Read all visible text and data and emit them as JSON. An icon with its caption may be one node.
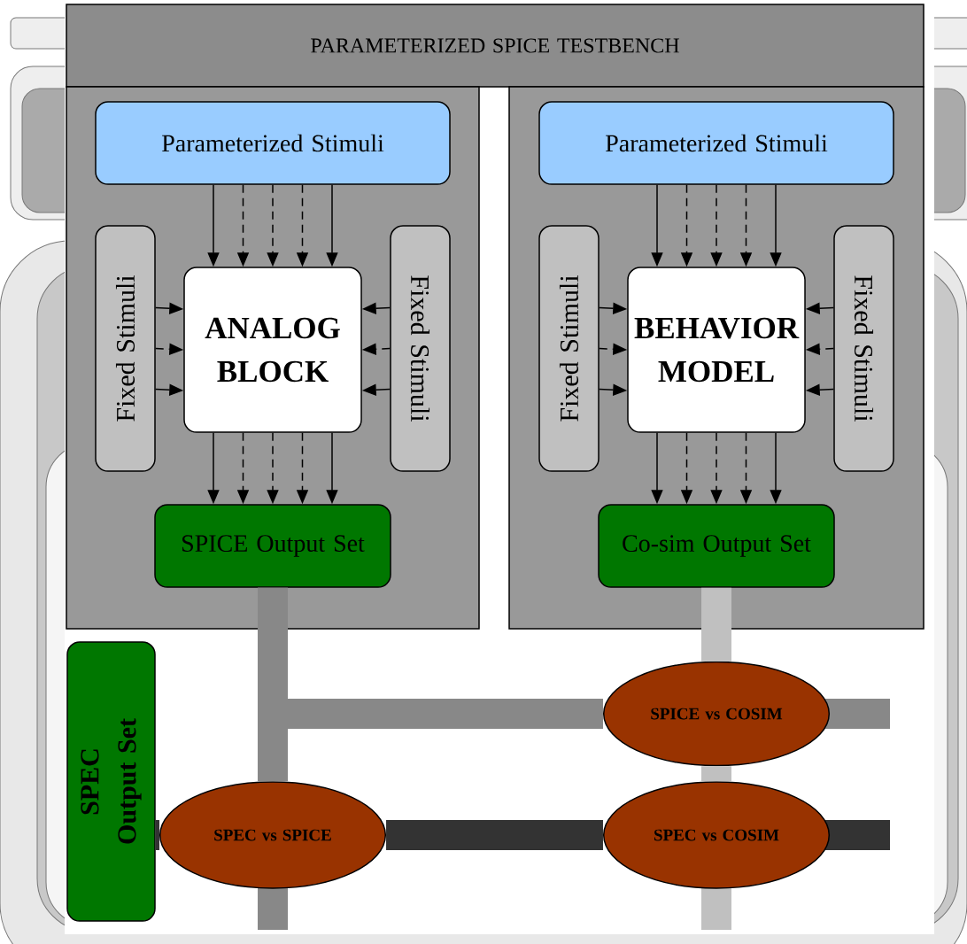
{
  "diagram": {
    "nodes": [
      {
        "text": [
          "PARAMETERIZED SPICE TESTBENCH"
        ]
      },
      {
        "text": [],
        "shape": "box"
      },
      {
        "text": [
          "Parameterized Stimuli"
        ],
        "in": 1
      },
      {
        "text": [
          "Fixed Stimuli"
        ],
        "in": 1
      },
      {
        "text": [
          "ANALOG BLOCK"
        ],
        "in": 1
      },
      {
        "text": [
          "Fixed Stimuli"
        ],
        "in": 1
      },
      {
        "text": [
          "SPICE Output Set"
        ],
        "in": 1
      },
      {
        "text": [],
        "shape": "box"
      },
      {
        "text": [
          "Parameterized Stimuli"
        ],
        "in": 7
      },
      {
        "text": [
          "Fixed Stimuli"
        ],
        "in": 7
      },
      {
        "text": [
          "BEHAVIOR MODEL"
        ],
        "in": 7
      },
      {
        "text": [
          "Fixed Stimuli"
        ],
        "in": 7
      },
      {
        "text": [
          "Co-sim Output Set"
        ],
        "in": 7
      },
      {
        "text": [
          "SPEC Output Set"
        ]
      },
      {
        "text": [
          "SPEC vs SPICE"
        ]
      },
      {
        "text": [
          "SPICE vs COSIM"
        ]
      },
      {
        "text": [
          "SPEC vs COSIM"
        ]
      }
    ],
    "edges": [
      {
        "from": 2,
        "to": 4,
        "arrow": "to"
      },
      {
        "from": 2,
        "to": 4,
        "arrow": "to",
        "style": "dashed"
      },
      {
        "from": 2,
        "to": 4,
        "arrow": "to",
        "style": "dashed"
      },
      {
        "from": 2,
        "to": 4,
        "arrow": "to",
        "style": "dashed"
      },
      {
        "from": 2,
        "to": 4,
        "arrow": "to"
      },
      {
        "from": 3,
        "to": 4,
        "arrow": "to"
      },
      {
        "from": 3,
        "to": 4,
        "arrow": "to",
        "style": "dashed"
      },
      {
        "from": 3,
        "to": 4,
        "arrow": "to"
      },
      {
        "from": 5,
        "to": 4,
        "arrow": "to"
      },
      {
        "from": 5,
        "to": 4,
        "arrow": "to",
        "style": "dashed"
      },
      {
        "from": 5,
        "to": 4,
        "arrow": "to"
      },
      {
        "from": 4,
        "to": 6,
        "arrow": "to"
      },
      {
        "from": 4,
        "to": 6,
        "arrow": "to",
        "style": "dashed"
      },
      {
        "from": 4,
        "to": 6,
        "arrow": "to",
        "style": "dashed"
      },
      {
        "from": 4,
        "to": 6,
        "arrow": "to",
        "style": "dashed"
      },
      {
        "from": 4,
        "to": 6,
        "arrow": "to"
      },
      {
        "from": 8,
        "to": 10,
        "arrow": "to"
      },
      {
        "from": 8,
        "to": 10,
        "arrow": "to",
        "style": "dashed"
      },
      {
        "from": 8,
        "to": 10,
        "arrow": "to",
        "style": "dashed"
      },
      {
        "from": 8,
        "to": 10,
        "arrow": "to",
        "style": "dashed"
      },
      {
        "from": 8,
        "to": 10,
        "arrow": "to"
      },
      {
        "from": 9,
        "to": 10,
        "arrow": "to"
      },
      {
        "from": 9,
        "to": 10,
        "arrow": "to",
        "style": "dashed"
      },
      {
        "from": 9,
        "to": 10,
        "arrow": "to"
      },
      {
        "from": 11,
        "to": 10,
        "arrow": "to"
      },
      {
        "from": 11,
        "to": 10,
        "arrow": "to",
        "style": "dashed"
      },
      {
        "from": 11,
        "to": 10,
        "arrow": "to"
      },
      {
        "from": 10,
        "to": 12,
        "arrow": "to"
      },
      {
        "from": 10,
        "to": 12,
        "arrow": "to",
        "style": "dashed"
      },
      {
        "from": 10,
        "to": 12,
        "arrow": "to",
        "style": "dashed"
      },
      {
        "from": 10,
        "to": 12,
        "arrow": "to",
        "style": "dashed"
      },
      {
        "from": 10,
        "to": 12,
        "arrow": "to"
      },
      {
        "from": 6,
        "to": 14,
        "arrow": "none",
        "style": "thick",
        "color": "#888888"
      },
      {
        "from": 6,
        "to": 15,
        "arrow": "none",
        "style": "thick",
        "color": "#888888"
      },
      {
        "from": 12,
        "to": 15,
        "arrow": "none",
        "style": "thick",
        "color": "#c0c0c0"
      },
      {
        "from": 15,
        "to": 16,
        "arrow": "none",
        "style": "thick",
        "color": "#c0c0c0"
      },
      {
        "from": 13,
        "to": 14,
        "arrow": "none",
        "style": "thick",
        "color": "#333333"
      },
      {
        "from": 14,
        "to": 16,
        "arrow": "none",
        "style": "thick",
        "color": "#333333"
      }
    ]
  }
}
